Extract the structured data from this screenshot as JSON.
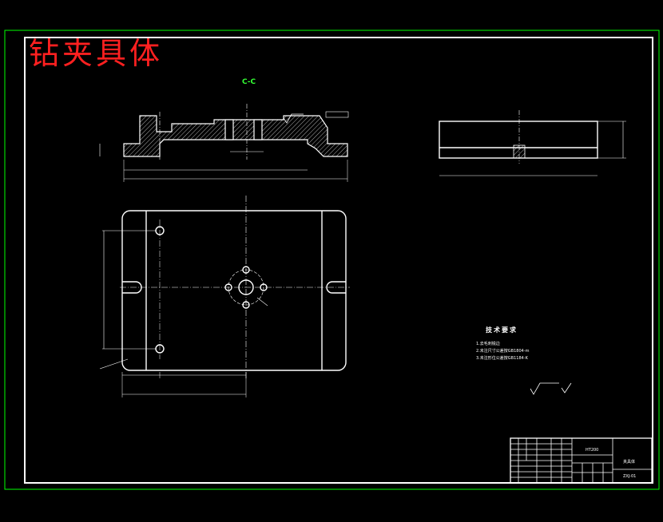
{
  "drawing": {
    "title": "钻夹具体",
    "section_label": "C-C",
    "technical_requirements": {
      "title": "技术要求",
      "lines": [
        "1.去毛刺锐边",
        "2.未注尺寸公差按GB1804-m",
        "3.未注形位公差按GB1184-K"
      ]
    },
    "title_block": {
      "material": "HT200",
      "part_name": "夹具体",
      "drawing_no": "ZXJ-01"
    },
    "colors": {
      "frame": "#ffffff",
      "outer_border": "#00ff00",
      "title": "#ff2020",
      "centerline": "#ffffff",
      "section_label": "#35ff35"
    }
  }
}
